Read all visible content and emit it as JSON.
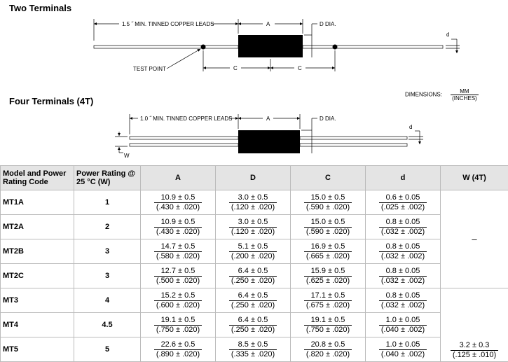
{
  "two_terminals": {
    "title": "Two Terminals",
    "lead_label": "1.5 ˝ MIN. TINNED COPPER LEADS",
    "a_label": "A",
    "d_dia_label": "D DIA.",
    "d_label": "d",
    "test_point_label": "TEST POINT",
    "c_label_left": "C",
    "c_label_right": "C"
  },
  "dimensions": {
    "label": "DIMENSIONS:",
    "unit_top": "MM",
    "unit_bottom": "(INCHES)"
  },
  "four_terminals": {
    "title": "Four Terminals (4T)",
    "lead_label": "1.0 ˝ MIN. TINNED COPPER LEADS",
    "a_label": "A",
    "d_dia_label": "D DIA.",
    "d_label": "d",
    "w_label": "W"
  },
  "table": {
    "headers": [
      "Model and Power Rating Code",
      "Power Rating @ 25 °C (W)",
      "A",
      "D",
      "C",
      "d",
      "W (4T)"
    ],
    "rows": [
      {
        "model": "MT1A",
        "power": "1",
        "a": [
          "10.9 ± 0.5",
          "(.430 ± .020)"
        ],
        "d_big": [
          "3.0 ± 0.5",
          "(.120 ± .020)"
        ],
        "c": [
          "15.0 ± 0.5",
          "(.590 ± .020)"
        ],
        "d_small": [
          "0.6 ± 0.05",
          "(.025 ± .002)"
        ]
      },
      {
        "model": "MT2A",
        "power": "2",
        "a": [
          "10.9 ± 0.5",
          "(.430 ± .020)"
        ],
        "d_big": [
          "3.0 ± 0.5",
          "(.120 ± .020)"
        ],
        "c": [
          "15.0 ± 0.5",
          "(.590 ± .020)"
        ],
        "d_small": [
          "0.8 ± 0.05",
          "(.032 ± .002)"
        ]
      },
      {
        "model": "MT2B",
        "power": "3",
        "a": [
          "14.7 ± 0.5",
          "(.580 ± .020)"
        ],
        "d_big": [
          "5.1 ± 0.5",
          "(.200 ± .020)"
        ],
        "c": [
          "16.9 ± 0.5",
          "(.665 ± .020)"
        ],
        "d_small": [
          "0.8 ± 0.05",
          "(.032 ± .002)"
        ]
      },
      {
        "model": "MT2C",
        "power": "3",
        "a": [
          "12.7 ± 0.5",
          "(.500 ± .020)"
        ],
        "d_big": [
          "6.4 ± 0.5",
          "(.250 ± .020)"
        ],
        "c": [
          "15.9 ± 0.5",
          "(.625 ± .020)"
        ],
        "d_small": [
          "0.8 ± 0.05",
          "(.032 ± .002)"
        ]
      },
      {
        "model": "MT3",
        "power": "4",
        "a": [
          "15.2 ± 0.5",
          "(.600 ± .020)"
        ],
        "d_big": [
          "6.4 ± 0.5",
          "(.250 ± .020)"
        ],
        "c": [
          "17.1 ± 0.5",
          "(.675 ± .020)"
        ],
        "d_small": [
          "0.8 ± 0.05",
          "(.032 ± .002)"
        ]
      },
      {
        "model": "MT4",
        "power": "4.5",
        "a": [
          "19.1 ± 0.5",
          "(.750 ± .020)"
        ],
        "d_big": [
          "6.4 ± 0.5",
          "(.250 ± .020)"
        ],
        "c": [
          "19.1 ± 0.5",
          "(.750 ± .020)"
        ],
        "d_small": [
          "1.0 ± 0.05",
          "(.040 ± .002)"
        ]
      },
      {
        "model": "MT5",
        "power": "5",
        "a": [
          "22.6 ± 0.5",
          "(.890 ± .020)"
        ],
        "d_big": [
          "8.5 ± 0.5",
          "(.335 ± .020)"
        ],
        "c": [
          "20.8 ± 0.5",
          "(.820 ± .020)"
        ],
        "d_small": [
          "1.0 ± 0.05",
          "(.040 ± .002)"
        ]
      }
    ],
    "w_dash": "–",
    "w_mt5": [
      "3.2 ± 0.3",
      "(.125 ± .010)"
    ]
  }
}
